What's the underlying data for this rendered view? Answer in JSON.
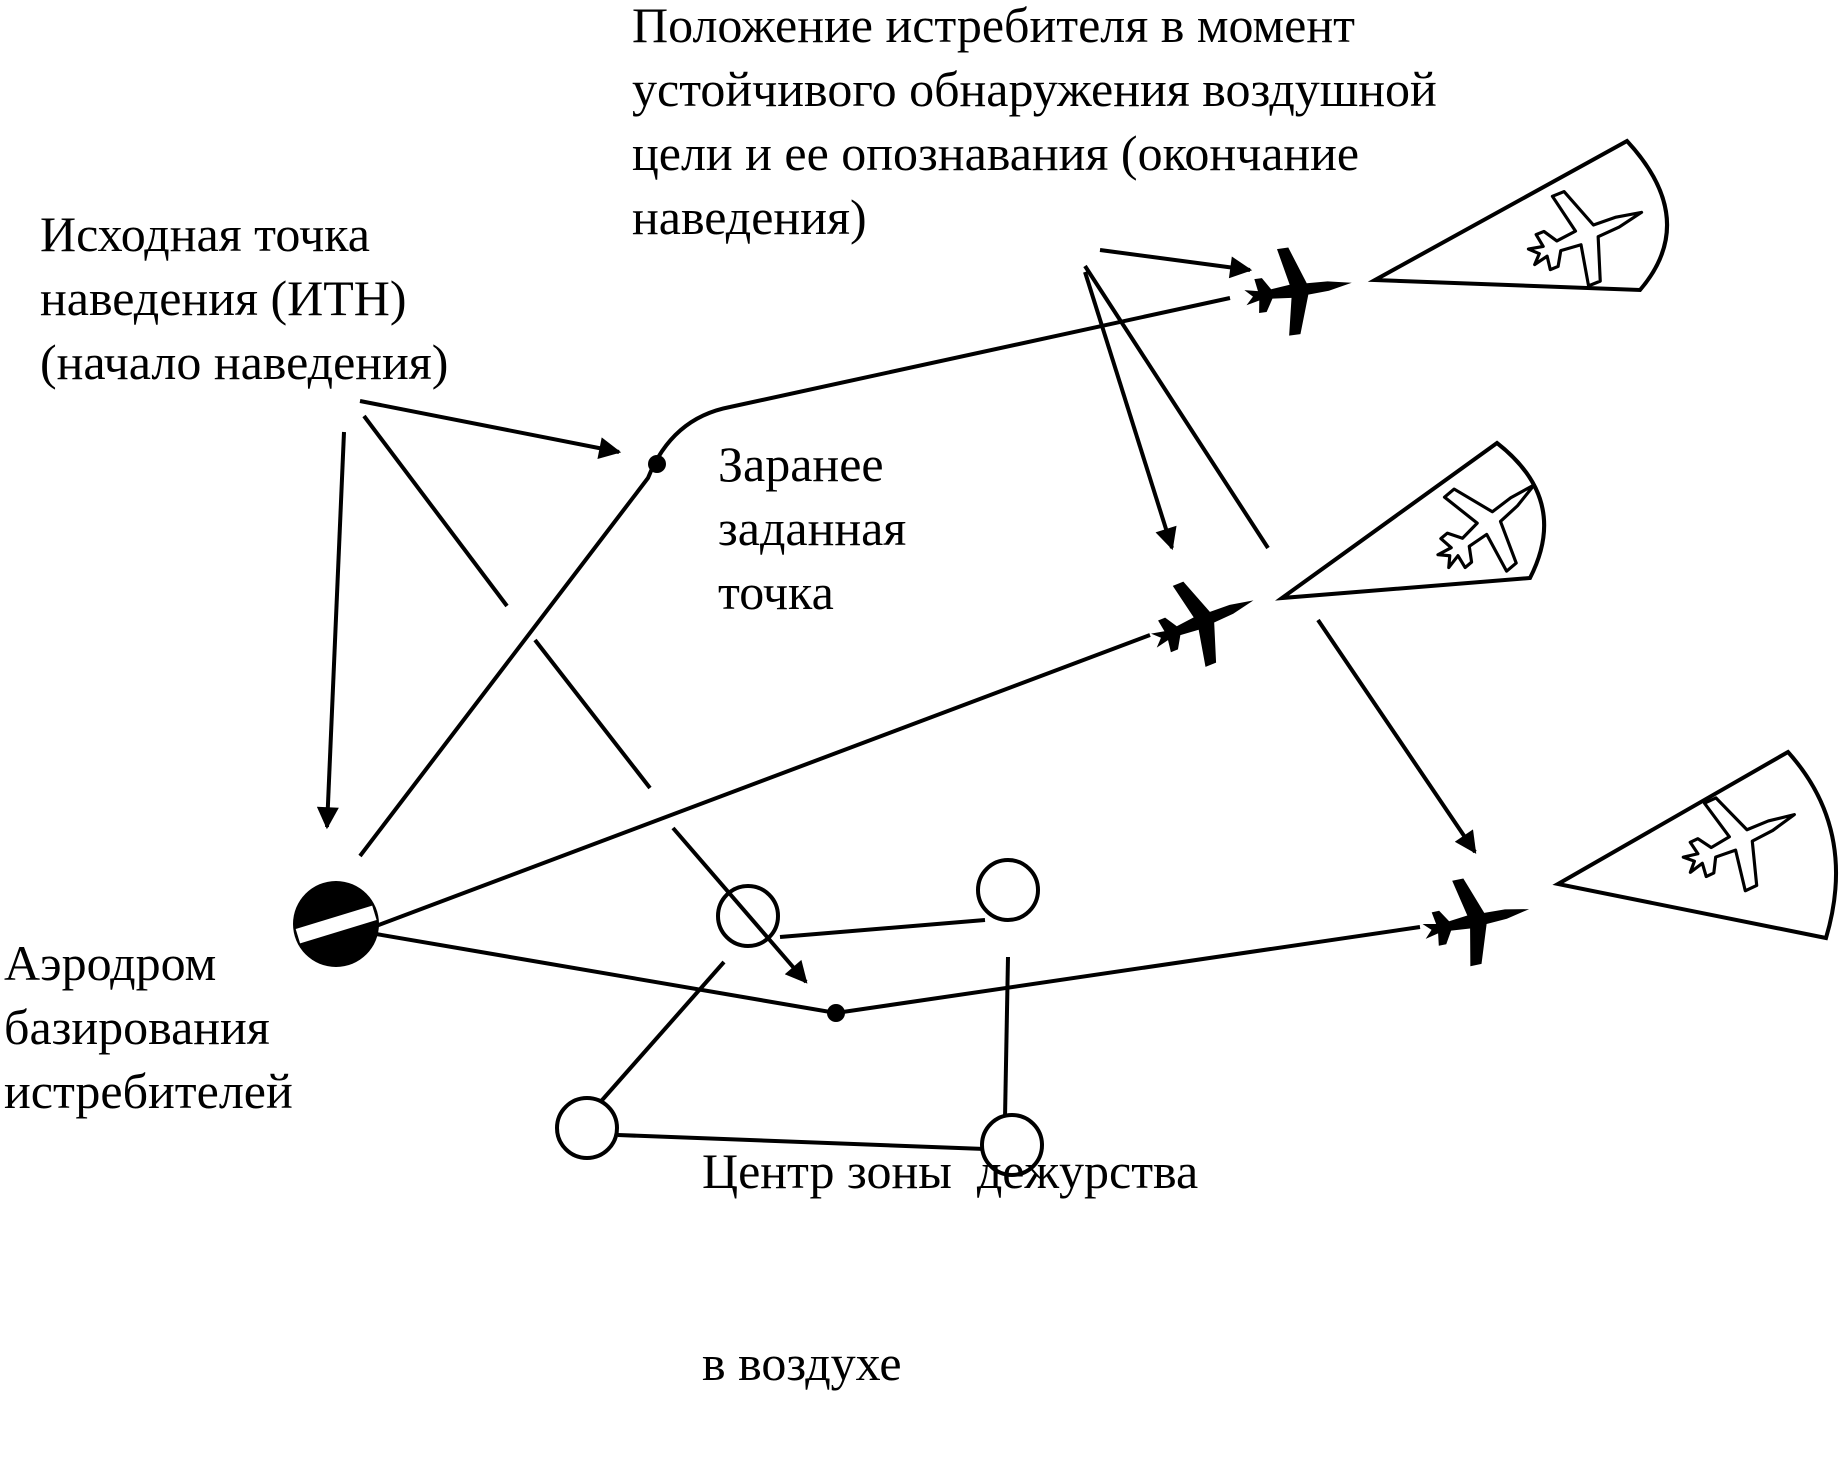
{
  "labels": {
    "fighter_position": [
      "Положение истребителя в момент",
      "устойчивого обнаружения воздушной",
      "цели и ее опознавания (окончание",
      "наведения)"
    ],
    "initial_point": [
      "Исходная точка",
      "наведения (ИТН)",
      "(начало наведения)"
    ],
    "preset_point": [
      "Заранее",
      "заданная",
      "точка"
    ],
    "airfield": [
      "Аэродром",
      "базирования",
      "истребителей"
    ],
    "patrol_zone_center": [
      "Центр зоны  дежурства",
      "в воздухе"
    ]
  },
  "icons": {
    "fighter": "fighter-jet-icon",
    "target": "target-aircraft-icon",
    "airfield": "airfield-symbol-icon"
  },
  "colors": {
    "ink": "#000000",
    "background": "#ffffff"
  }
}
